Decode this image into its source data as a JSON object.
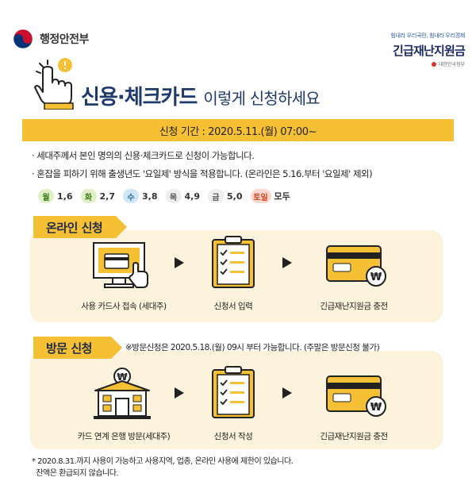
{
  "header": {
    "ministry_name": "행정안전부",
    "brand_slogan": "힘내라 우리국민, 힘내라 우리경제",
    "brand_title": "긴급재난지원금",
    "brand_sub": "대한민국정부"
  },
  "hero": {
    "headline_main": "신용·체크카드",
    "headline_sub": "이렇게 신청하세요"
  },
  "period": {
    "text": "신청 기간 : 2020.5.11.(월) 07:00~"
  },
  "notes": [
    "· 세대주께서 본인 명의의 신용·체크카드로 신청이 가능합니다.",
    "· 혼잡을 피하기 위해 출생년도 '요일제' 방식을 적용합니다. (온라인은 5.16.부터 '요일제' 제외)"
  ],
  "days": [
    {
      "day": "월",
      "nums": "1,6",
      "bg": "#dff0c6",
      "fg": "#3f7d1f"
    },
    {
      "day": "화",
      "nums": "2,7",
      "bg": "#dff0c6",
      "fg": "#3f7d1f"
    },
    {
      "day": "수",
      "nums": "3,8",
      "bg": "#cfe6f5",
      "fg": "#2b6fa5"
    },
    {
      "day": "목",
      "nums": "4,9",
      "bg": "#eeeeee",
      "fg": "#555555"
    },
    {
      "day": "금",
      "nums": "5,0",
      "bg": "#eeeeee",
      "fg": "#555555"
    },
    {
      "day": "토일",
      "nums": "",
      "bg": "#fbd9cf",
      "fg": "#d0451b"
    }
  ],
  "days_everyone": "모두",
  "online": {
    "tag": "온라인 신청",
    "steps": [
      "사용 카드사 접속 (세대주)",
      "신청서 입력",
      "긴급재난지원금 충전"
    ]
  },
  "visit": {
    "tag": "방문 신청",
    "note": "※방문신청은 2020.5.18.(월) 09시 부터 가능합니다. (주말은 방문신청 불가)",
    "steps": [
      "카드 연계 은행 방문(세대주)",
      "신청서 작성",
      "긴급재난지원금 충전"
    ]
  },
  "footnote": [
    "* 2020.8.31.까지 사용이 가능하고 사용지역, 업종, 온라인 사용에 제한이 있습니다.",
    "  잔액은 환급되지 않습니다."
  ],
  "icons": {
    "ministry": "taegeuk-emblem-icon",
    "hand": "pointing-hand-icon",
    "computer": "computer-card-icon",
    "clipboard": "clipboard-checklist-icon",
    "card": "won-card-icon",
    "bank": "bank-building-icon"
  },
  "colors": {
    "accent": "#f6c035",
    "navy": "#1f3a6e",
    "panel": "#fdf3dc"
  }
}
